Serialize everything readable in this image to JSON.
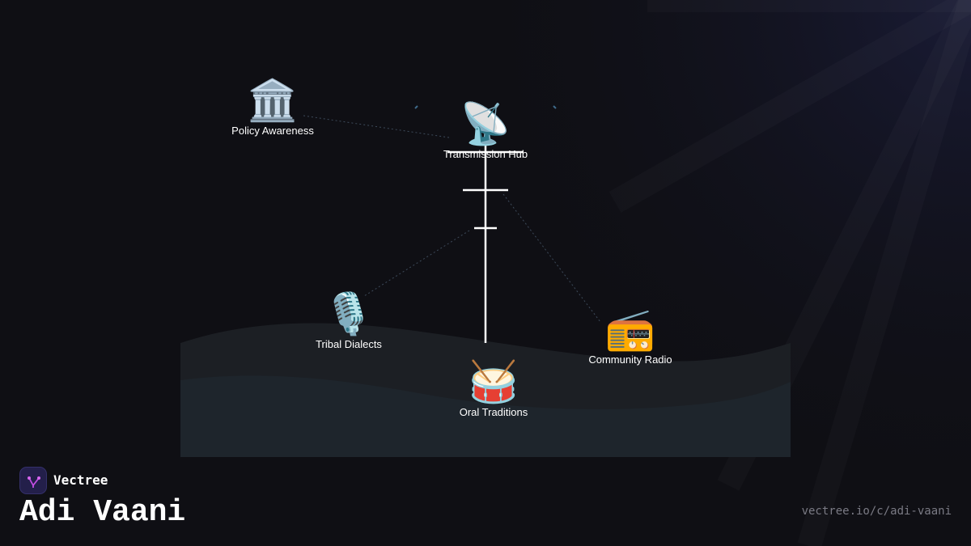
{
  "diagram": {
    "nodes": [
      {
        "id": "policy",
        "icon": "classical-building-icon",
        "emoji": "🏛️",
        "label": "Policy Awareness"
      },
      {
        "id": "hub",
        "icon": "satellite-antenna-icon",
        "emoji": "📡",
        "label": "Transmission Hub"
      },
      {
        "id": "tribal",
        "icon": "microphone-icon",
        "emoji": "🎙️",
        "label": "Tribal Dialects"
      },
      {
        "id": "radio",
        "icon": "radio-icon",
        "emoji": "📻",
        "label": "Community Radio"
      },
      {
        "id": "oral",
        "icon": "drum-icon",
        "emoji": "🥁",
        "label": "Oral Traditions"
      }
    ],
    "edges": [
      {
        "from": "policy",
        "to": "hub",
        "style": "dotted"
      },
      {
        "from": "hub",
        "to": "tribal",
        "style": "dotted"
      },
      {
        "from": "hub",
        "to": "radio",
        "style": "dotted"
      }
    ]
  },
  "footer": {
    "brand_name": "Vectree",
    "brand_icon": "vectree-logo-icon",
    "title": "Adi Vaani",
    "url": "vectree.io/c/adi-vaani"
  },
  "colors": {
    "background": "#0f0f14",
    "terrain_back": "#1c1f24",
    "terrain_front": "#1e252c",
    "tower": "#ffffff",
    "edge": "#3d4a5a",
    "logo_accent": "#c04de0"
  }
}
